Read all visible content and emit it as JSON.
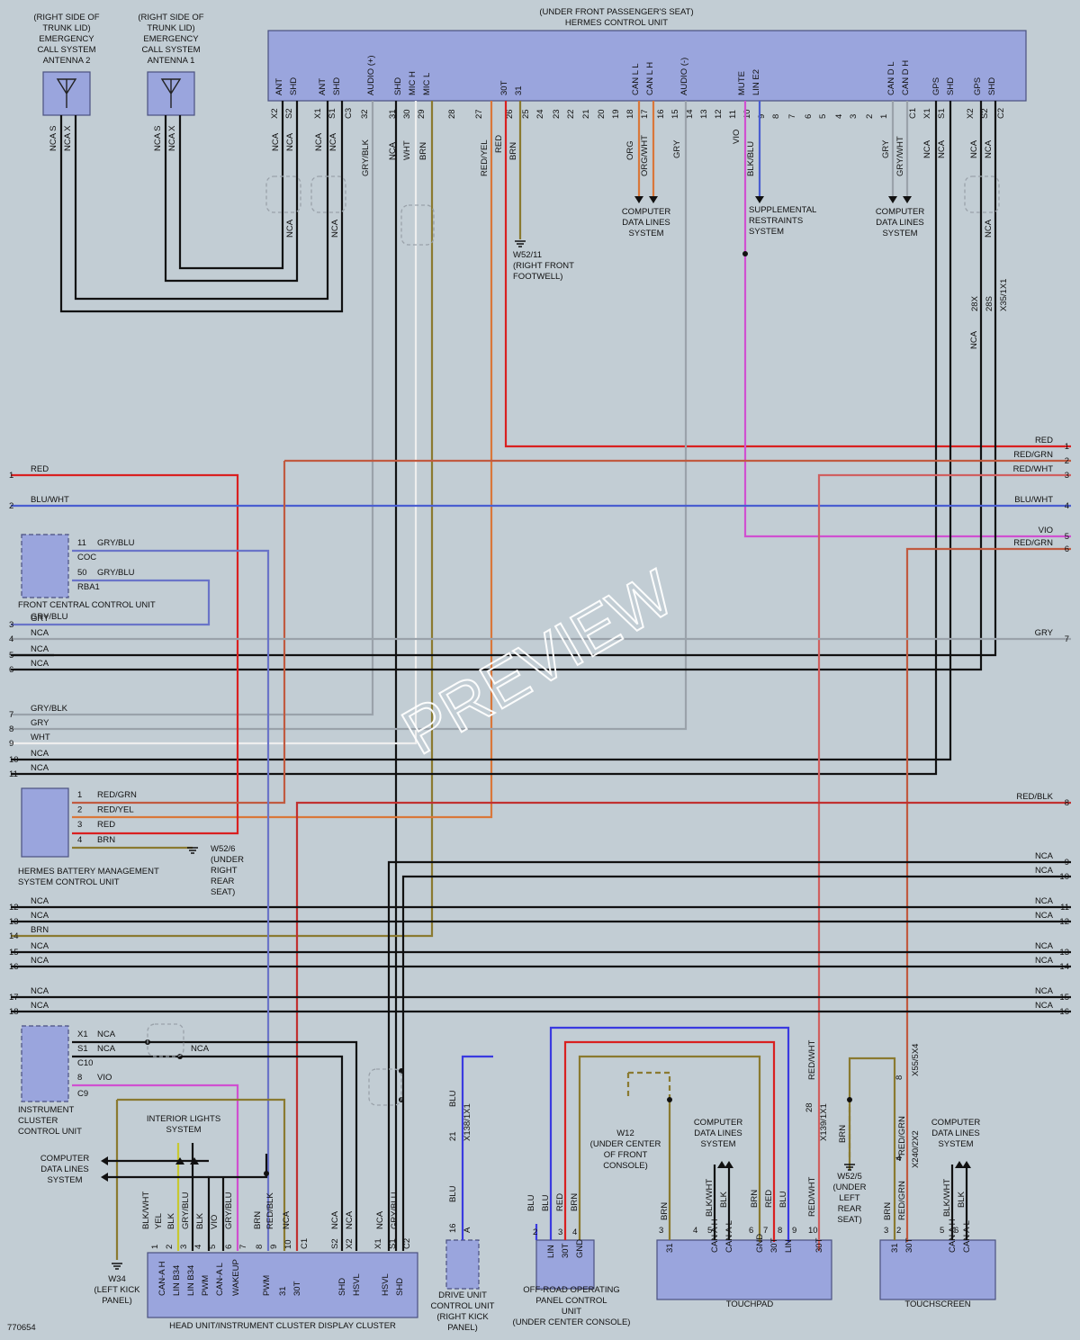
{
  "figure_id": "770654",
  "watermark": "PREVIEW",
  "hermes": {
    "location": "(UNDER FRONT PASSENGER'S SEAT)",
    "name": "HERMES CONTROL UNIT",
    "pins": [
      "ANT",
      "SHD",
      "ANT",
      "SHD",
      "AUDIO (+)",
      "SHD",
      "MIC H",
      "MIC L",
      "30T",
      "31",
      "CAN L L",
      "CAN L H",
      "AUDIO (-)",
      "MUTE",
      "LIN E2",
      "CAN D L",
      "CAN D H",
      "GPS",
      "SHD",
      "GPS",
      "SHD"
    ],
    "pin_numbers": [
      "X2",
      "S2",
      "X1",
      "S1",
      "C3",
      "32",
      "31",
      "30",
      "29",
      "28",
      "27",
      "26",
      "25",
      "24",
      "23",
      "22",
      "21",
      "20",
      "19",
      "18",
      "17",
      "16",
      "15",
      "14",
      "13",
      "12",
      "11",
      "10",
      "9",
      "8",
      "7",
      "6",
      "5",
      "4",
      "3",
      "2",
      "1",
      "C1",
      "X1",
      "S1",
      "X2",
      "S2",
      "C2"
    ],
    "wire_colors": [
      "NCA",
      "NCA",
      "NCA",
      "NCA",
      "GRY/BLK",
      "NCA",
      "WHT",
      "BRN",
      "RED/YEL",
      "RED",
      "BRN",
      "ORG",
      "ORG/WHT",
      "GRY",
      "VIO",
      "BLK/BLU",
      "GRY",
      "GRY/WHT",
      "NCA",
      "NCA",
      "NCA",
      "NCA",
      "NCA",
      "NCA",
      "NCA",
      "NCA"
    ]
  },
  "antennas": [
    {
      "label": "(RIGHT SIDE OF\nTRUNK LID)\nEMERGENCY\nCALL SYSTEM\nANTENNA 2",
      "pins": [
        "NCA S",
        "NCA X"
      ]
    },
    {
      "label": "(RIGHT SIDE OF\nTRUNK LID)\nEMERGENCY\nCALL SYSTEM\nANTENNA 1",
      "pins": [
        "NCA S",
        "NCA X"
      ]
    }
  ],
  "grounds": [
    {
      "id": "W52/11",
      "desc": "(RIGHT FRONT\nFOOTWELL)"
    },
    {
      "id": "W52/6",
      "desc": "(UNDER\nRIGHT\nREAR\nSEAT)"
    },
    {
      "id": "W12",
      "desc": "(UNDER CENTER\nOF FRONT\nCONSOLE)"
    },
    {
      "id": "W52/5",
      "desc": "(UNDER\nLEFT\nREAR\nSEAT)"
    },
    {
      "id": "W34",
      "desc": "(LEFT KICK\nPANEL)"
    }
  ],
  "systems": {
    "computer_data_lines": "COMPUTER\nDATA LINES\nSYSTEM",
    "supplemental": "SUPPLEMENTAL\nRESTRAINTS\nSYSTEM",
    "interior_lights": "INTERIOR LIGHTS\nSYSTEM"
  },
  "connectors": [
    "X35/1X1",
    "28X",
    "28S",
    "X138/1X1",
    "X55/5X4",
    "X240/2X2",
    "X139/1X1",
    "21",
    "16",
    "8",
    "4",
    "28"
  ],
  "left_lines": [
    {
      "n": "1",
      "label": "RED",
      "color": "#d92020"
    },
    {
      "n": "2",
      "label": "BLU/WHT",
      "color": "#4a5ed0"
    },
    {
      "n": "3",
      "label": "GRY",
      "color": "#9aa2aa"
    },
    {
      "n": "4",
      "label": "NCA",
      "color": "#111111"
    },
    {
      "n": "5",
      "label": "NCA",
      "color": "#111111"
    },
    {
      "n": "6",
      "label": "NCA",
      "color": "#111111"
    },
    {
      "n": "7",
      "label": "GRY/BLK",
      "color": "#9aa2aa"
    },
    {
      "n": "8",
      "label": "GRY",
      "color": "#9aa2aa"
    },
    {
      "n": "9",
      "label": "WHT",
      "color": "#eeeeee"
    },
    {
      "n": "10",
      "label": "NCA",
      "color": "#111111"
    },
    {
      "n": "11",
      "label": "NCA",
      "color": "#111111"
    },
    {
      "n": "12",
      "label": "NCA",
      "color": "#111111"
    },
    {
      "n": "13",
      "label": "NCA",
      "color": "#111111"
    },
    {
      "n": "14",
      "label": "BRN",
      "color": "#8a7a30"
    },
    {
      "n": "15",
      "label": "NCA",
      "color": "#111111"
    },
    {
      "n": "16",
      "label": "NCA",
      "color": "#111111"
    },
    {
      "n": "17",
      "label": "NCA",
      "color": "#111111"
    },
    {
      "n": "18",
      "label": "NCA",
      "color": "#111111"
    }
  ],
  "right_lines": [
    {
      "n": "1",
      "label": "RED",
      "color": "#d92020"
    },
    {
      "n": "2",
      "label": "RED/GRN",
      "color": "#c05a40"
    },
    {
      "n": "3",
      "label": "RED/WHT",
      "color": "#d06060"
    },
    {
      "n": "4",
      "label": "BLU/WHT",
      "color": "#4a5ed0"
    },
    {
      "n": "5",
      "label": "VIO",
      "color": "#d050d0"
    },
    {
      "n": "6",
      "label": "RED/GRN",
      "color": "#c05a40"
    },
    {
      "n": "7",
      "label": "GRY",
      "color": "#9aa2aa"
    },
    {
      "n": "8",
      "label": "RED/BLK",
      "color": "#c03030"
    },
    {
      "n": "9",
      "label": "NCA",
      "color": "#111111"
    },
    {
      "n": "10",
      "label": "NCA",
      "color": "#111111"
    },
    {
      "n": "11",
      "label": "NCA",
      "color": "#111111"
    },
    {
      "n": "12",
      "label": "NCA",
      "color": "#111111"
    },
    {
      "n": "13",
      "label": "NCA",
      "color": "#111111"
    },
    {
      "n": "14",
      "label": "NCA",
      "color": "#111111"
    },
    {
      "n": "15",
      "label": "NCA",
      "color": "#111111"
    },
    {
      "n": "16",
      "label": "NCA",
      "color": "#111111"
    }
  ],
  "front_central": {
    "name": "FRONT CENTRAL CONTROL UNIT",
    "pins": [
      {
        "n": "11",
        "color": "GRY/BLU",
        "name": "COC"
      },
      {
        "n": "50",
        "color": "GRY/BLU",
        "name": "RBA1"
      }
    ],
    "extra": "GRY/BLU"
  },
  "battery": {
    "name": "HERMES BATTERY MANAGEMENT\nSYSTEM CONTROL UNIT",
    "pins": [
      {
        "n": "1",
        "color": "RED/GRN"
      },
      {
        "n": "2",
        "color": "RED/YEL"
      },
      {
        "n": "3",
        "color": "RED"
      },
      {
        "n": "4",
        "color": "BRN"
      }
    ]
  },
  "instrument": {
    "name": "INSTRUMENT\nCLUSTER\nCONTROL UNIT",
    "pins": [
      {
        "n": "X1",
        "color": "NCA"
      },
      {
        "n": "S1",
        "color": "NCA"
      },
      {
        "n": "C10",
        "color": ""
      },
      {
        "n": "8",
        "color": "VIO"
      },
      {
        "n": "C9",
        "color": ""
      }
    ],
    "extra": "NCA"
  },
  "head_unit": {
    "name": "HEAD UNIT/INSTRUMENT CLUSTER DISPLAY CLUSTER",
    "pins": [
      "CAN-A H",
      "LIN B34",
      "LIN B34",
      "PWM",
      "CAN-A L",
      "WAKEUP",
      "PWM",
      "31",
      "30T",
      "SHD",
      "HSVL",
      "HSVL",
      "SHD"
    ],
    "nums": [
      "1",
      "2",
      "3",
      "4",
      "5",
      "6",
      "7",
      "8",
      "9",
      "10",
      "C1",
      "S2",
      "X2",
      "X1",
      "S1",
      "C2"
    ],
    "colors": [
      "BLK/WHT",
      "YEL",
      "BLK",
      "GRY/BLU",
      "BLK",
      "VIO",
      "GRY/BLU",
      "BRN",
      "RED/BLK",
      "NCA",
      "NCA",
      "NCA",
      "NCA",
      "GRY/BLU"
    ]
  },
  "drive_unit": {
    "name": "DRIVE UNIT\nCONTROL UNIT\n(RIGHT KICK\nPANEL)",
    "pin": "A",
    "colors": [
      "BLU",
      "BLU"
    ]
  },
  "offroad": {
    "name": "OFF-ROAD OPERATING\nPANEL CONTROL\nUNIT\n(UNDER CENTER CONSOLE)",
    "pins": [
      "LIN",
      "30T",
      "GND"
    ],
    "nums": [
      "2",
      "3",
      "4"
    ],
    "colors": [
      "BLU",
      "BLU",
      "RED",
      "BRN"
    ]
  },
  "touchpad": {
    "name": "TOUCHPAD",
    "pins": [
      "31",
      "CAN A H",
      "CAN A L",
      "GND",
      "30T",
      "LIN",
      "30T"
    ],
    "nums": [
      "3",
      "4",
      "5",
      "6",
      "7",
      "8",
      "9",
      "10"
    ],
    "colors": [
      "BRN",
      "BLK/WHT",
      "BLK",
      "BRN",
      "RED",
      "BLU",
      "RED/WHT",
      "RED/WHT"
    ]
  },
  "touchscreen": {
    "name": "TOUCHSCREEN",
    "pins": [
      "31",
      "30T",
      "CAN A H",
      "CAN A L"
    ],
    "nums": [
      "3",
      "2",
      "4",
      "5",
      "6"
    ],
    "colors": [
      "BRN",
      "RED/GRN",
      "BLK/WHT",
      "BLK",
      "RED/GRN",
      "BRN"
    ]
  }
}
